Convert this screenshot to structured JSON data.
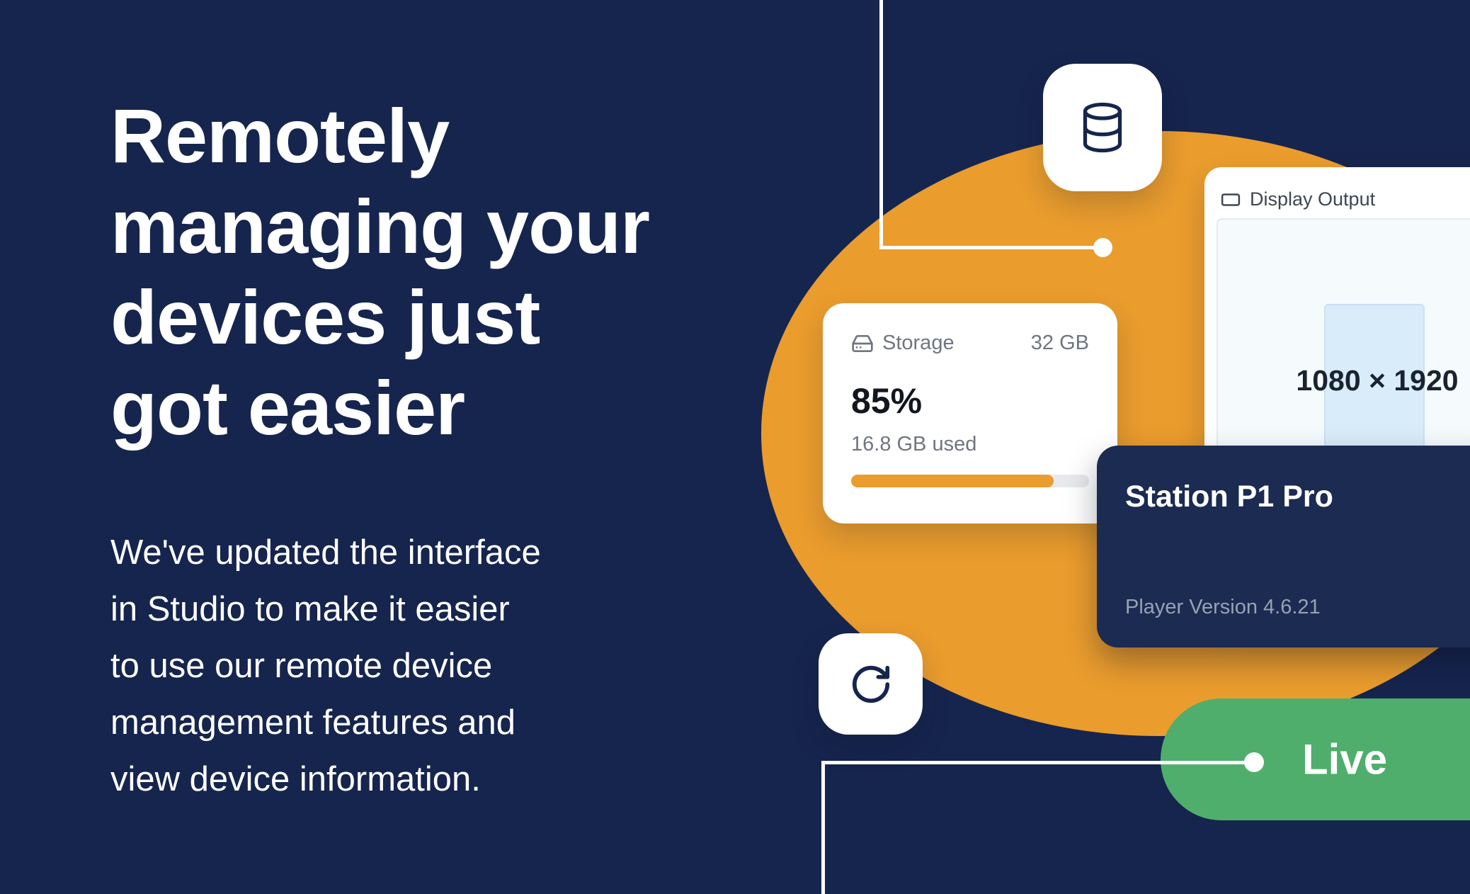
{
  "theme": {
    "background": "#16254E",
    "accent_orange": "#EA9C2D",
    "accent_green": "#4FAE6C",
    "card_dark": "#1B2B52",
    "card_white": "#FFFFFF",
    "muted_text": "#6F7680",
    "progress_track": "#E7E9EC"
  },
  "hero": {
    "title": "Remotely\nmanaging your\ndevices just\ngot easier",
    "description": "We've updated the interface\nin Studio to make it easier\nto use our remote device\nmanagement features and\nview device information."
  },
  "graphic": {
    "icons": {
      "database": "database-icon",
      "refresh": "refresh-icon",
      "monitor": "monitor-icon",
      "hard_drive": "hard-drive-icon"
    },
    "display_card": {
      "label": "Display Output",
      "resolution": "1080 × 1920"
    },
    "storage_card": {
      "label": "Storage",
      "capacity": "32 GB",
      "percent_used": "85%",
      "used_detail": "16.8 GB used",
      "progress_percent": 85
    },
    "device_card": {
      "name": "Station P1 Pro",
      "player_version": "Player Version 4.6.21"
    },
    "live_badge": {
      "label": "Live"
    }
  }
}
